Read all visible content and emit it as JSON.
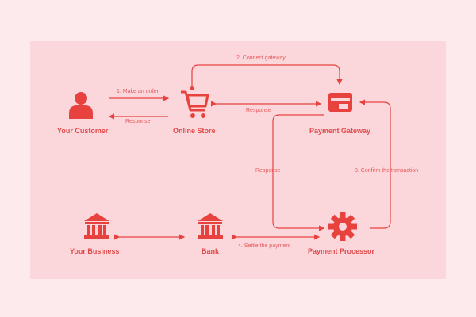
{
  "colors": {
    "accent": "#e8423f",
    "panel": "#fbd7dc",
    "background": "#fdeaed"
  },
  "nodes": {
    "customer": {
      "label": "Your Customer",
      "icon": "person-icon"
    },
    "store": {
      "label": "Online Store",
      "icon": "shopping-cart-icon"
    },
    "gateway": {
      "label": "Payment Gateway",
      "icon": "credit-card-icon"
    },
    "business": {
      "label": "Your Business",
      "icon": "bank-icon"
    },
    "bank": {
      "label": "Bank",
      "icon": "bank-icon"
    },
    "processor": {
      "label": "Payment Processor",
      "icon": "gear-icon"
    }
  },
  "edges": {
    "make_order": "1. Make an order",
    "connect_gateway": "2. Connect gateway",
    "confirm_transaction": "3. Confirm the transaction",
    "settle_payment": "4. Settle the payment",
    "response_customer": "Response",
    "response_store": "Response",
    "response_processor": "Response"
  }
}
